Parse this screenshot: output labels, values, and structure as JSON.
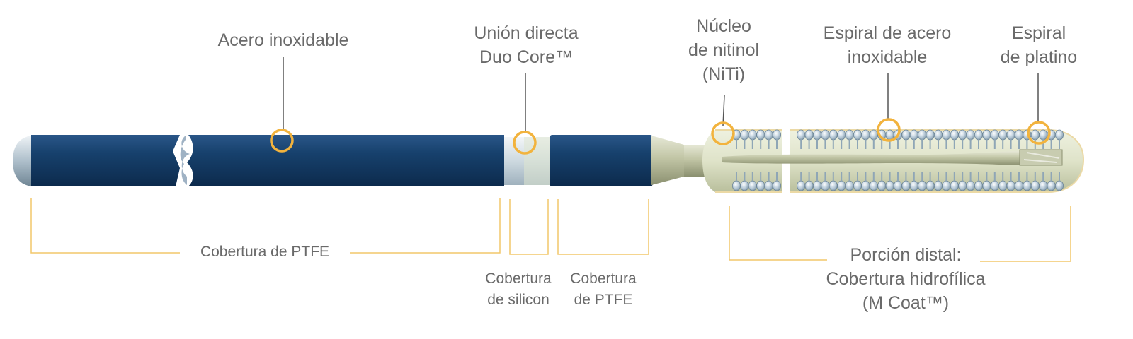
{
  "labels": {
    "acero": "Acero inoxidable",
    "union_l1": "Unión directa",
    "union_l2": "Duo Core™",
    "nucleo_l1": "Núcleo",
    "nucleo_l2": "de nitinol",
    "nucleo_l3": "(NiTi)",
    "espiral_acero_l1": "Espiral de acero",
    "espiral_acero_l2": "inoxidable",
    "espiral_platino_l1": "Espiral",
    "espiral_platino_l2": "de platino",
    "cobertura_ptfe_main": "Cobertura de PTFE",
    "cobertura_silicon_l1": "Cobertura",
    "cobertura_silicon_l2": "de silicon",
    "cobertura_ptfe2_l1": "Cobertura",
    "cobertura_ptfe2_l2": "de PTFE",
    "distal_l1": "Porción distal:",
    "distal_l2": "Cobertura hidrofílica",
    "distal_l3": "(M Coat™)"
  },
  "colors": {
    "shaft": "#17416d",
    "shaft_dark": "#0d2c50",
    "accent": "#f2b33d",
    "leader": "#555555",
    "core": "#c8ccb0",
    "coil": "#b5c9d8",
    "text": "#6a6a6a"
  }
}
